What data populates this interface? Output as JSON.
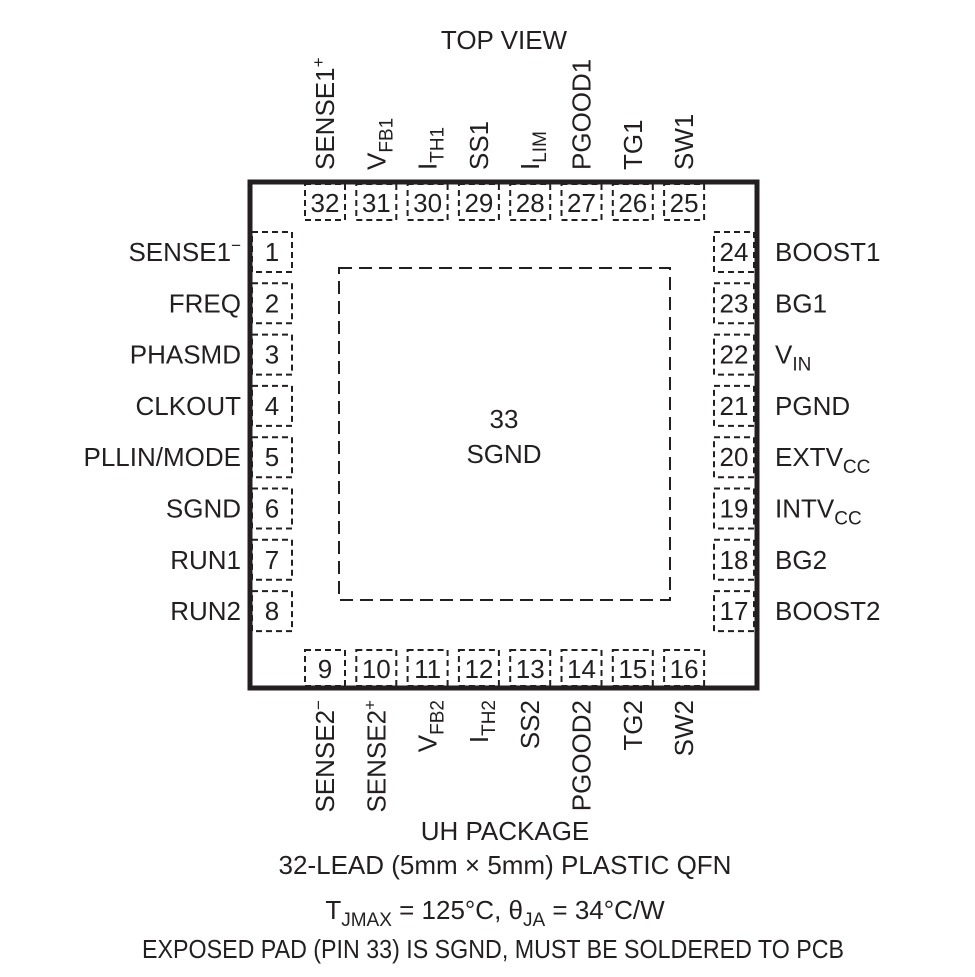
{
  "header": {
    "title": "TOP VIEW"
  },
  "exposed_pad": {
    "number": "33",
    "name": "SGND"
  },
  "pins": {
    "left": [
      {
        "num": "1",
        "name": "SENSE1",
        "sup": "−"
      },
      {
        "num": "2",
        "name": "FREQ"
      },
      {
        "num": "3",
        "name": "PHASMD"
      },
      {
        "num": "4",
        "name": "CLKOUT"
      },
      {
        "num": "5",
        "name": "PLLIN/MODE"
      },
      {
        "num": "6",
        "name": "SGND"
      },
      {
        "num": "7",
        "name": "RUN1"
      },
      {
        "num": "8",
        "name": "RUN2"
      }
    ],
    "right": [
      {
        "num": "24",
        "name": "BOOST1"
      },
      {
        "num": "23",
        "name": "BG1"
      },
      {
        "num": "22",
        "name": "V",
        "sub": "IN"
      },
      {
        "num": "21",
        "name": "PGND"
      },
      {
        "num": "20",
        "name": "EXTV",
        "sub": "CC"
      },
      {
        "num": "19",
        "name": "INTV",
        "sub": "CC"
      },
      {
        "num": "18",
        "name": "BG2"
      },
      {
        "num": "17",
        "name": "BOOST2"
      }
    ],
    "top": [
      {
        "num": "32",
        "name": "SENSE1",
        "sup": "+"
      },
      {
        "num": "31",
        "name": "V",
        "sub": "FB1"
      },
      {
        "num": "30",
        "name": "I",
        "sub": "TH1"
      },
      {
        "num": "29",
        "name": "SS1"
      },
      {
        "num": "28",
        "name": "I",
        "sub": "LIM"
      },
      {
        "num": "27",
        "name": "PGOOD1"
      },
      {
        "num": "26",
        "name": "TG1"
      },
      {
        "num": "25",
        "name": "SW1"
      }
    ],
    "bottom": [
      {
        "num": "9",
        "name": "SENSE2",
        "sup": "−"
      },
      {
        "num": "10",
        "name": "SENSE2",
        "sup": "+"
      },
      {
        "num": "11",
        "name": "V",
        "sub": "FB2"
      },
      {
        "num": "12",
        "name": "I",
        "sub": "TH2"
      },
      {
        "num": "13",
        "name": "SS2"
      },
      {
        "num": "14",
        "name": "PGOOD2"
      },
      {
        "num": "15",
        "name": "TG2"
      },
      {
        "num": "16",
        "name": "SW2"
      }
    ]
  },
  "footer": {
    "package": "UH PACKAGE",
    "lead": "32-LEAD (5mm × 5mm) PLASTIC QFN",
    "thermal": {
      "t": "T",
      "t_sub": "JMAX",
      "t_rest": " = 125°C, ",
      "theta": "θ",
      "theta_sub": "JA",
      "theta_rest": " = 34°C/W"
    },
    "note": "EXPOSED PAD (PIN 33) IS SGND, MUST BE SOLDERED TO PCB"
  },
  "colors": {
    "ink": "#231f20",
    "background": "#ffffff"
  }
}
